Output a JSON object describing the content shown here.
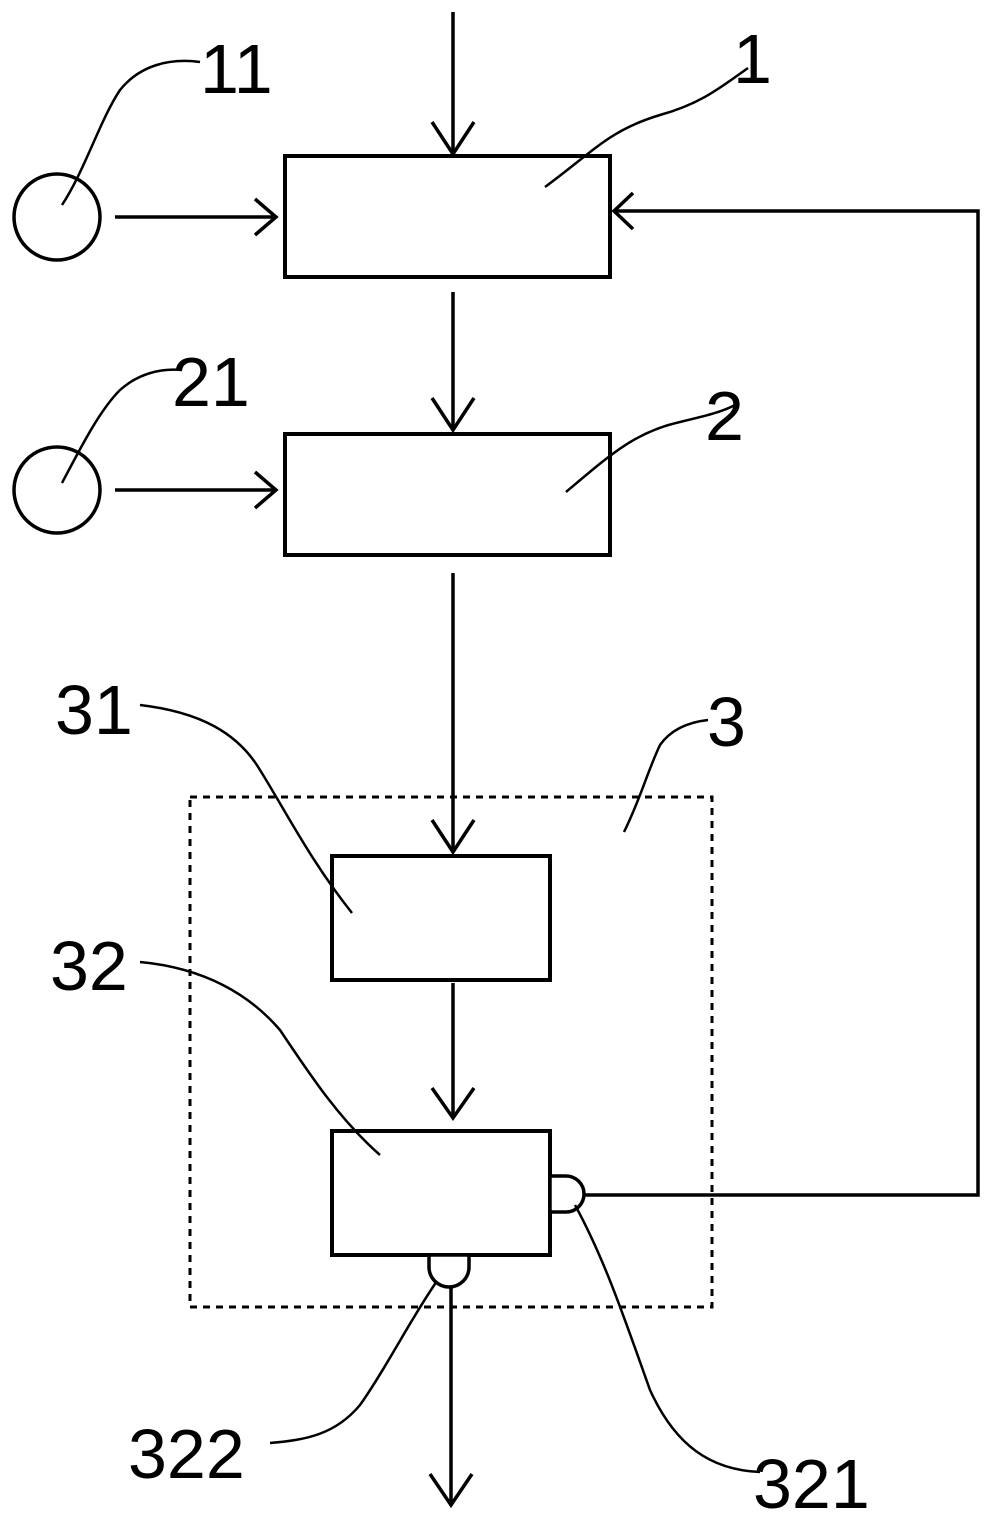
{
  "labels": {
    "block_1": "1",
    "block_2": "2",
    "block_3": "3",
    "source_11": "11",
    "source_21": "21",
    "block_31": "31",
    "block_32": "32",
    "port_321": "321",
    "port_322": "322"
  }
}
